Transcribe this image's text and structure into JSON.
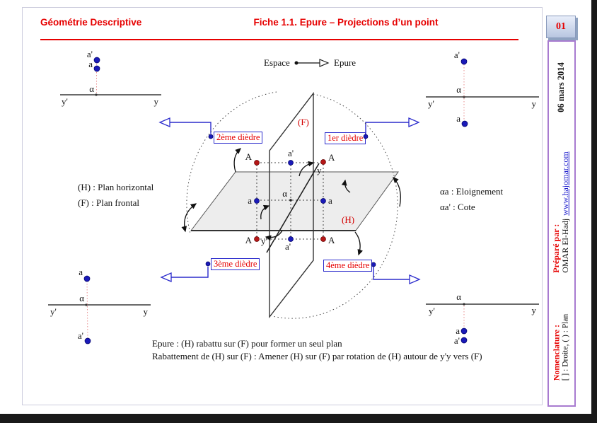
{
  "page": {
    "page_number": "01"
  },
  "header": {
    "left_title": "Géométrie Descriptive",
    "center_title": "Fiche 1.1. Epure – Projections d’un point"
  },
  "sidebar": {
    "date": "06 mars 2014",
    "prepared_label": "Préparé par  :",
    "prepared_name": "OMAR El-Hadj",
    "prepared_link": "www.hajomar.com",
    "nomenclature_label": "Nomenclature :",
    "nomenclature_text": "[ ] : Droite, ( ) : Plan"
  },
  "legend": {
    "espace": "Espace",
    "epure": "Epure",
    "h_def": "(H) : Plan horizontal",
    "f_def": "(F) : Plan frontal",
    "eloignement": "αa : Eloignement",
    "cote": "αa' : Cote"
  },
  "diedres": {
    "first": "1er dièdre",
    "second": "2ème dièdre",
    "third": "3ème dièdre",
    "fourth": "4ème dièdre"
  },
  "figure": {
    "f_label": "(F)",
    "h_label": "(H)"
  },
  "points": {
    "A": "A",
    "a": "a",
    "a_prime": "a'",
    "alpha": "α",
    "y": "y",
    "y_prime": "y'"
  },
  "footer": {
    "line1": "Epure : (H) rabattu sur (F) pour former un seul plan",
    "line2": "Rabattement  de (H) sur (F) : Amener (H) sur (F) par rotation de (H) autour de y'y vers (F)"
  },
  "colors": {
    "accent_red": "#e60000",
    "diedre_blue": "#2b2bcc",
    "dot_blue": "#1a1ab8",
    "dot_red": "#b51717",
    "sidebar_purple": "#a87bd0"
  }
}
